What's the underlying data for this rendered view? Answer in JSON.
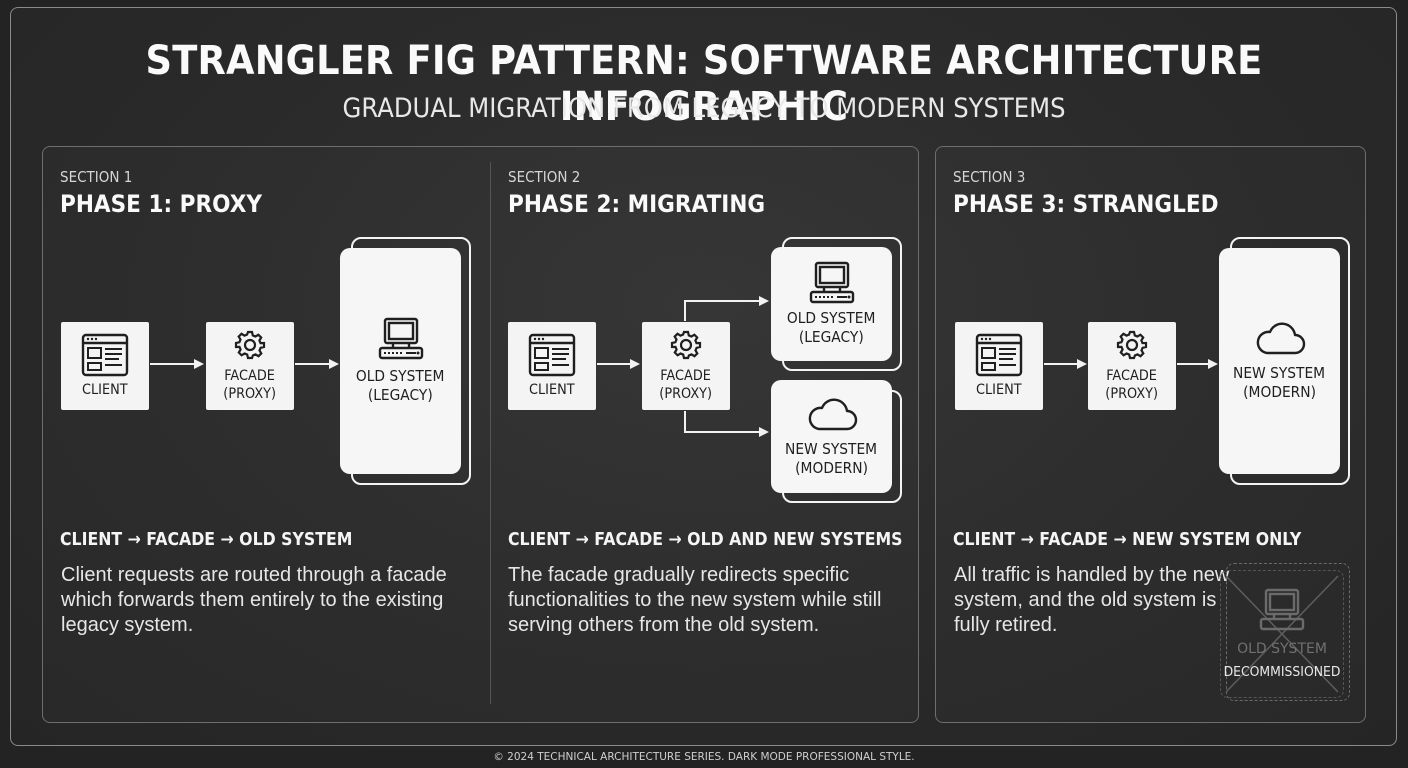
{
  "header": {
    "title": "STRANGLER FIG PATTERN: SOFTWARE ARCHITECTURE INFOGRAPHIC",
    "subtitle": "GRADUAL MIGRATION FROM LEGACY TO MODERN SYSTEMS"
  },
  "sections": [
    {
      "label": "SECTION 1",
      "title": "PHASE 1: PROXY",
      "flow": "CLIENT → FACADE → OLD SYSTEM",
      "description": [
        "Client requests are routed through a facade",
        "which forwards them entirely to the existing",
        "legacy system."
      ],
      "client": "CLIENT",
      "facade": [
        "FACADE",
        "(PROXY)"
      ],
      "target": [
        "OLD SYSTEM",
        "(LEGACY)"
      ]
    },
    {
      "label": "SECTION 2",
      "title": "PHASE 2: MIGRATING",
      "flow": "CLIENT → FACADE → OLD AND NEW SYSTEMS",
      "description": [
        "The facade gradually redirects specific",
        "functionalities to the new system while still",
        "serving others from the old system."
      ],
      "client": "CLIENT",
      "facade": [
        "FACADE",
        "(PROXY)"
      ],
      "old": [
        "OLD SYSTEM",
        "(LEGACY)"
      ],
      "new": [
        "NEW SYSTEM",
        "(MODERN)"
      ]
    },
    {
      "label": "SECTION 3",
      "title": "PHASE 3: STRANGLED",
      "flow": "CLIENT → FACADE → NEW SYSTEM ONLY",
      "description": [
        "All traffic is handled by the new",
        "system, and the old system is",
        "fully retired."
      ],
      "client": "CLIENT",
      "facade": [
        "FACADE",
        "(PROXY)"
      ],
      "target": [
        "NEW SYSTEM",
        "(MODERN)"
      ],
      "retired_name": "OLD SYSTEM",
      "retired_status": "DECOMMISSIONED"
    }
  ],
  "footer": "© 2024 TECHNICAL ARCHITECTURE SERIES. DARK MODE PROFESSIONAL STYLE.",
  "colors": {
    "background": "#232323",
    "box": "#f4f4f4",
    "border": "#6e6e6e"
  },
  "icons": [
    "browser-window-icon",
    "gear-icon",
    "computer-terminal-icon",
    "cloud-icon"
  ]
}
